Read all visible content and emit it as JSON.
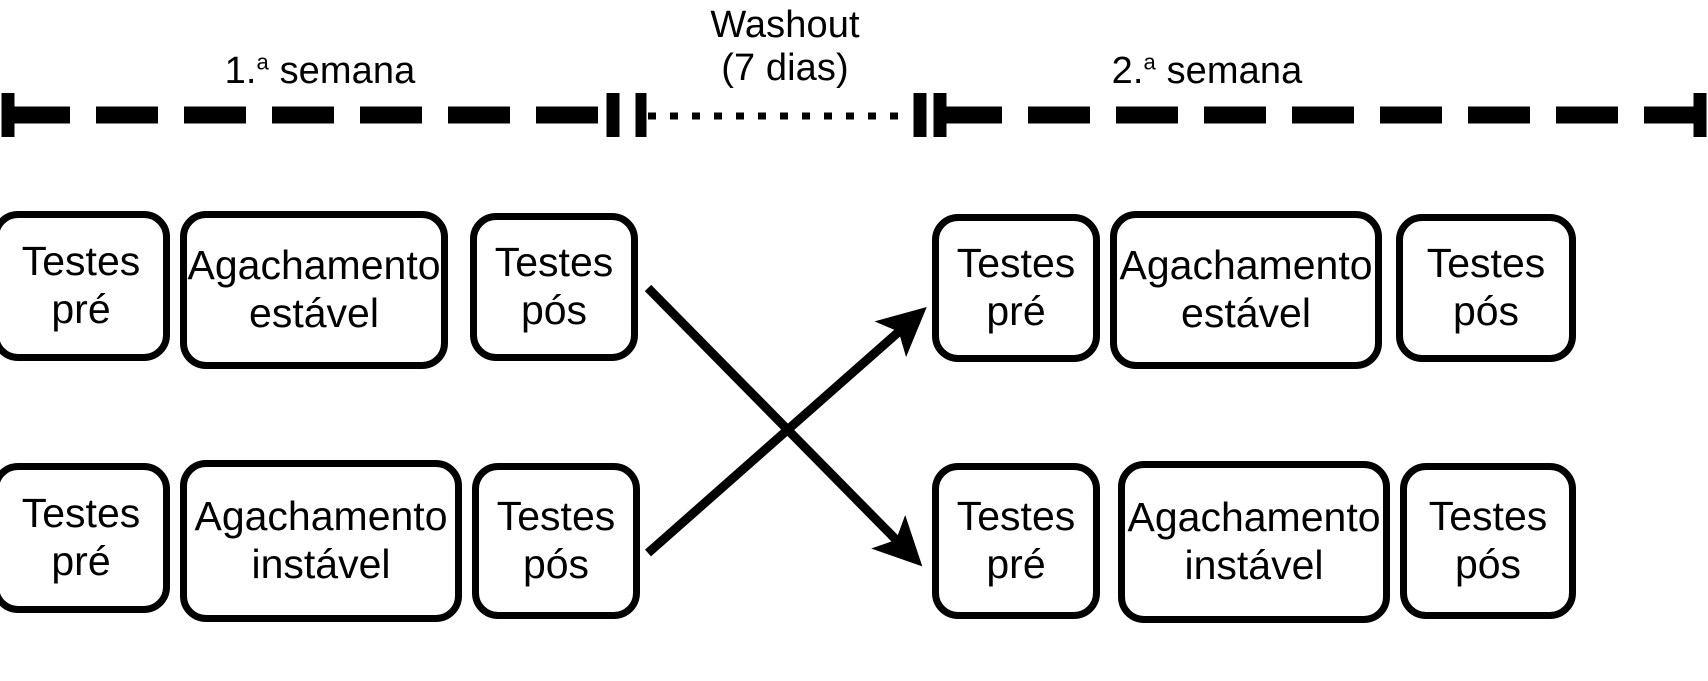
{
  "figure": {
    "type": "crossover-study-design",
    "language": "pt-BR",
    "background_color": "#ffffff",
    "line_color": "#000000"
  },
  "timeline": {
    "period_1": {
      "label_prefix": "1.",
      "label_sup": "a",
      "label_rest": " semana",
      "label_full": "1.ª semana",
      "line_style": "thick-dashed"
    },
    "washout": {
      "line1": "Washout",
      "line2": "(7 dias)",
      "line_style": "fine-dotted"
    },
    "period_2": {
      "label_prefix": "2.",
      "label_sup": "a",
      "label_rest": " semana",
      "label_full": "2.ª semana",
      "line_style": "thick-dashed"
    }
  },
  "groups": {
    "left": {
      "row_top": {
        "boxes": [
          {
            "name": "pre-test",
            "text": "Testes\npré"
          },
          {
            "name": "intervention",
            "text": "Agachamento\nestável"
          },
          {
            "name": "post-test",
            "text": "Testes\npós"
          }
        ]
      },
      "row_bottom": {
        "boxes": [
          {
            "name": "pre-test",
            "text": "Testes\npré"
          },
          {
            "name": "intervention",
            "text": "Agachamento\ninstável"
          },
          {
            "name": "post-test",
            "text": "Testes\npós"
          }
        ]
      }
    },
    "right": {
      "row_top": {
        "boxes": [
          {
            "name": "pre-test",
            "text": "Testes\npré"
          },
          {
            "name": "intervention",
            "text": "Agachamento\nestável"
          },
          {
            "name": "post-test",
            "text": "Testes\npós"
          }
        ]
      },
      "row_bottom": {
        "boxes": [
          {
            "name": "pre-test",
            "text": "Testes\npré"
          },
          {
            "name": "intervention",
            "text": "Agachamento\ninstável"
          },
          {
            "name": "post-test",
            "text": "Testes\npós"
          }
        ]
      }
    }
  },
  "crossover_arrows": [
    {
      "name": "arrow-bottomleft-to-topright",
      "from": "left.row_bottom.post-test",
      "to": "right.row_top.pre-test",
      "direction": "up-right"
    },
    {
      "name": "arrow-topleft-to-bottomright",
      "from": "left.row_top.post-test",
      "to": "right.row_bottom.pre-test",
      "direction": "down-right"
    }
  ]
}
